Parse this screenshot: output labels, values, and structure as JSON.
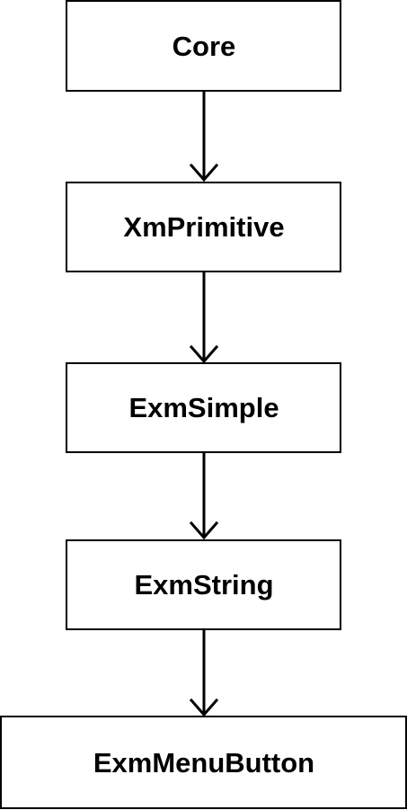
{
  "diagram": {
    "type": "class-hierarchy",
    "nodes": [
      {
        "id": "core",
        "label": "Core"
      },
      {
        "id": "xmprimitive",
        "label": "XmPrimitive"
      },
      {
        "id": "exmsimple",
        "label": "ExmSimple"
      },
      {
        "id": "exmstring",
        "label": "ExmString"
      },
      {
        "id": "exmmenubutton",
        "label": "ExmMenuButton"
      }
    ],
    "edges": [
      {
        "from": "core",
        "to": "xmprimitive"
      },
      {
        "from": "xmprimitive",
        "to": "exmsimple"
      },
      {
        "from": "exmsimple",
        "to": "exmstring"
      },
      {
        "from": "exmstring",
        "to": "exmmenubutton"
      }
    ],
    "colors": {
      "stroke": "#000000",
      "fill": "#ffffff",
      "text": "#000000"
    }
  }
}
